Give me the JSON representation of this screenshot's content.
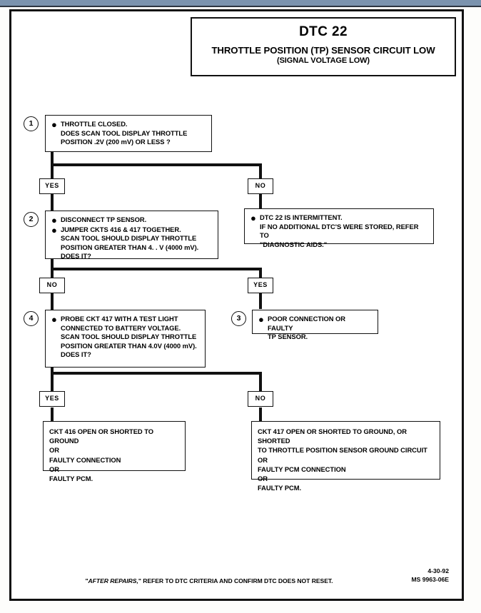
{
  "document": {
    "title_code": "DTC 22",
    "title_main": "THROTTLE POSITION (TP) SENSOR CIRCUIT LOW",
    "title_sub": "(SIGNAL VOLTAGE LOW)"
  },
  "steps": [
    {
      "number": "1",
      "bullets": [
        "THROTTLE CLOSED.\nDOES  SCAN TOOL DISPLAY THROTTLE\nPOSITION  .2V (200 mV) OR LESS ?"
      ]
    },
    {
      "number": "2",
      "bullets": [
        "DISCONNECT TP SENSOR.",
        "JUMPER CKTS 416 & 417 TOGETHER.\nSCAN TOOL SHOULD DISPLAY THROTTLE\nPOSITION GREATER THAN  4. . V (4000 mV).\nDOES IT?"
      ]
    },
    {
      "number": "3",
      "bullets": [
        "POOR CONNECTION OR FAULTY\nTP SENSOR."
      ]
    },
    {
      "number": "4",
      "bullets": [
        "PROBE CKT 417 WITH A TEST LIGHT\nCONNECTED TO BATTERY VOLTAGE.\nSCAN TOOL SHOULD DISPLAY THROTTLE\nPOSITION GREATER THAN 4.0V (4000 mV).\nDOES IT?"
      ]
    }
  ],
  "intermittent_box": {
    "text": "DTC 22 IS INTERMITTENT.\nIF NO ADDITIONAL DTC'S WERE STORED, REFER  TO\n\"DIAGNOSTIC AIDS.\""
  },
  "branch_labels": {
    "row1_left": "YES",
    "row1_right": "NO",
    "row2_left": "NO",
    "row2_right": "YES",
    "row3_left": "YES",
    "row3_right": "NO"
  },
  "results": {
    "left": "CKT 416 OPEN OR SHORTED TO GROUND\nOR\nFAULTY CONNECTION\nOR\nFAULTY PCM.",
    "right": "CKT 417 OPEN OR SHORTED TO GROUND, OR SHORTED\nTO THROTTLE POSITION SENSOR GROUND CIRCUIT\nOR\nFAULTY PCM CONNECTION\nOR\nFAULTY PCM."
  },
  "footer": {
    "note_lead": "\"",
    "note_italic": "AFTER REPAIRS,",
    "note_rest": "\" REFER TO DTC CRITERIA  AND CONFIRM DTC DOES NOT RESET.",
    "date": "4-30-92",
    "doc_id": "MS 9963-06E"
  }
}
